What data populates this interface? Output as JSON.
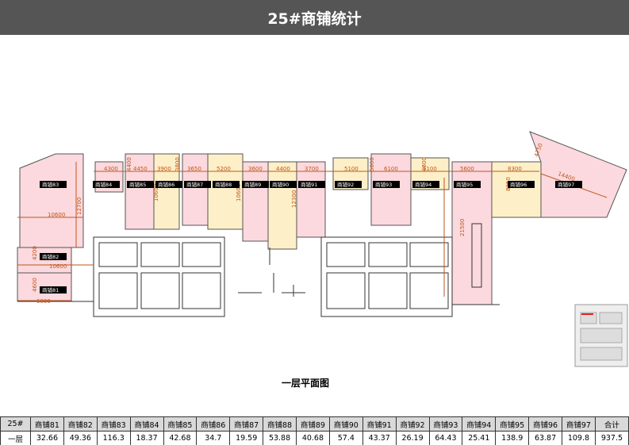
{
  "title": "25#商铺统计",
  "plan": {
    "caption": "一层平面图",
    "dimensions": [
      "4300",
      "4450",
      "3900",
      "3650",
      "5200",
      "3600",
      "4400",
      "3700",
      "5100",
      "6100",
      "5100",
      "5600",
      "8300",
      "4750",
      "14400",
      "12700",
      "10600",
      "10600",
      "10600",
      "10600",
      "12300",
      "4200",
      "4600",
      "6800",
      "21500",
      "8250",
      "5800",
      "3800",
      "4800",
      "4400"
    ],
    "shops": [
      "商铺83",
      "商铺84",
      "商铺85",
      "商铺86",
      "商铺87",
      "商铺88",
      "商铺89",
      "商铺90",
      "商铺91",
      "商铺92",
      "商铺93",
      "商铺94",
      "商铺95",
      "商铺96",
      "商铺97",
      "商铺82",
      "商铺81"
    ]
  },
  "table": {
    "header": [
      "25#",
      "商铺81",
      "商铺82",
      "商铺83",
      "商铺84",
      "商铺85",
      "商铺86",
      "商铺87",
      "商铺88",
      "商铺89",
      "商铺90",
      "商铺91",
      "商铺92",
      "商铺93",
      "商铺94",
      "商铺95",
      "商铺96",
      "商铺97",
      "合计"
    ],
    "row": [
      "一层",
      "32.66",
      "49.36",
      "116.3",
      "18.37",
      "42.68",
      "34.7",
      "19.59",
      "53.88",
      "40.68",
      "57.4",
      "43.37",
      "26.19",
      "64.43",
      "25.41",
      "138.9",
      "63.87",
      "109.8",
      "937.5"
    ]
  },
  "colors": {
    "title_bg": "#555555",
    "shop_pink": "#fbd9de",
    "shop_yellow": "#fdf0c8",
    "dim_orange": "#c0561c"
  }
}
